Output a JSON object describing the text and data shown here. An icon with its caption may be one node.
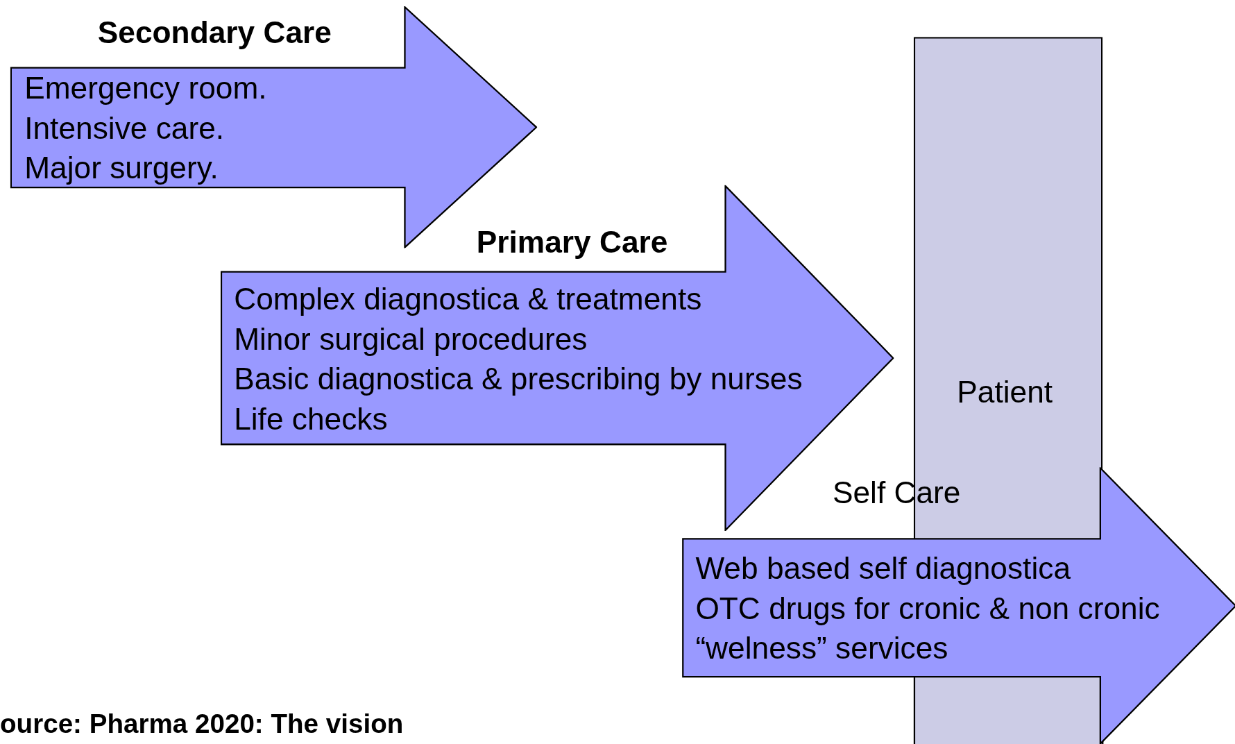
{
  "diagram": {
    "nodes": [
      {
        "text": [
          "Secondary Care",
          "Emergency room.",
          "Intensive care.",
          "Major surgery."
        ]
      },
      {
        "text": [
          "Primary Care",
          "Complex diagnostica & treatments",
          "Minor surgical procedures",
          "Basic diagnostica & prescribing by nurses",
          "Life checks"
        ]
      },
      {
        "text": [
          "Patient"
        ]
      },
      {
        "text": [
          "Self Care",
          "Web based self diagnostica",
          "OTC drugs for cronic & non cronic",
          "“welness” services"
        ]
      }
    ],
    "edges": [],
    "labels": [
      "ource: Pharma 2020: The vision"
    ]
  }
}
